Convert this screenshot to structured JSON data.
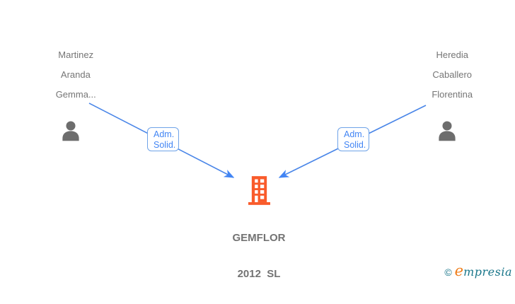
{
  "diagram": {
    "persons": [
      {
        "id": "person-left",
        "lines": [
          "Martinez",
          "Aranda",
          "Gemma..."
        ]
      },
      {
        "id": "person-right",
        "lines": [
          "Heredia",
          "Caballero",
          "Florentina"
        ]
      }
    ],
    "relations": [
      {
        "id": "relation-left",
        "line1": "Adm.",
        "line2": "Solid."
      },
      {
        "id": "relation-right",
        "line1": "Adm.",
        "line2": "Solid."
      }
    ],
    "company": {
      "line1": "GEMFLOR",
      "line2": "2012  SL"
    },
    "watermark": {
      "copyright_symbol": "©",
      "brand_initial": "e",
      "brand_rest": "mpresia"
    },
    "colors": {
      "arrow_blue": "#4a86e8",
      "relation_border_blue": "#6fa3e8",
      "relation_text_blue": "#4285f4",
      "person_text_gray": "#757575",
      "person_icon_gray": "#6d6d6d",
      "company_text_gray": "#737373",
      "building_orange": "#f95b2b",
      "logo_teal": "#19768a",
      "logo_orange": "#ef7d1a"
    }
  }
}
